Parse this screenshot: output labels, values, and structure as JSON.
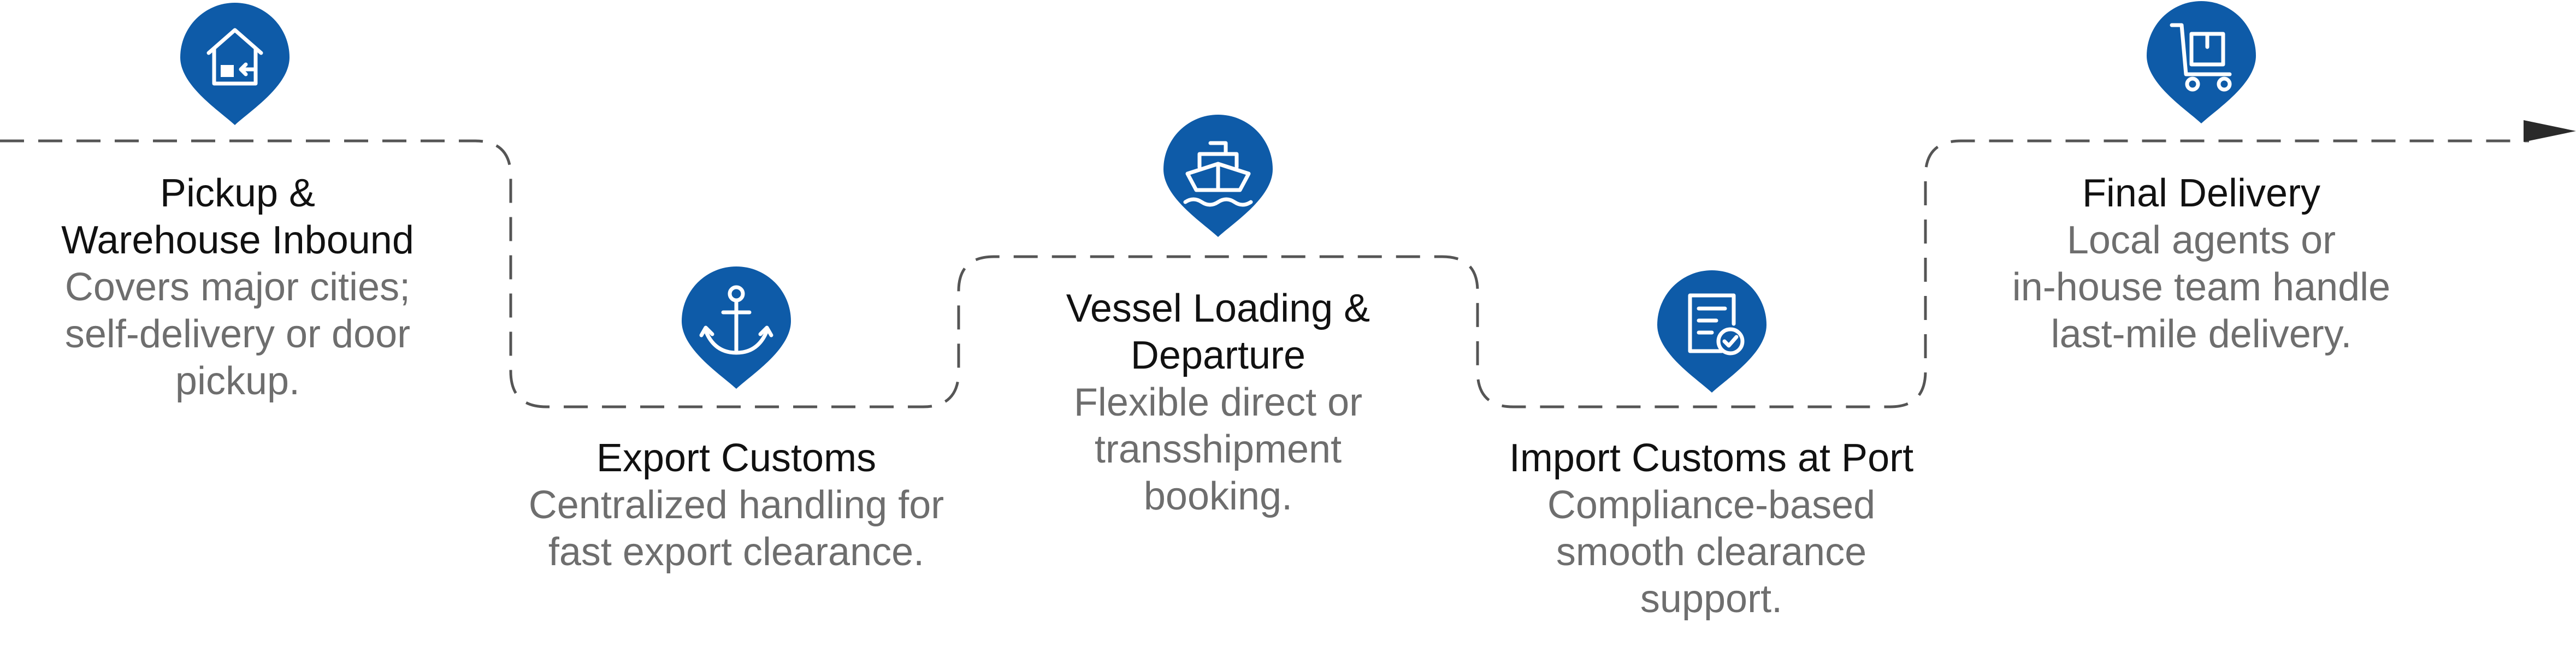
{
  "theme": {
    "accent": "#0e5ba8",
    "path": "#555555",
    "title": "#111111",
    "desc": "#6e6e6e"
  },
  "steps": [
    {
      "icon": "warehouse-icon",
      "title": "Pickup &\nWarehouse Inbound",
      "desc": "Covers major cities;\nself-delivery or door\npickup."
    },
    {
      "icon": "anchor-icon",
      "title": "Export Customs",
      "desc": "Centralized handling for\nfast export clearance."
    },
    {
      "icon": "ship-icon",
      "title": "Vessel Loading &\nDeparture",
      "desc": "Flexible direct or\ntransshipment\nbooking."
    },
    {
      "icon": "customs-document-icon",
      "title": "Import Customs at Port",
      "desc": "Compliance-based\nsmooth clearance\nsupport."
    },
    {
      "icon": "delivery-cart-icon",
      "title": "Final Delivery",
      "desc": "Local agents or\nin-house team handle\nlast-mile delivery."
    }
  ]
}
